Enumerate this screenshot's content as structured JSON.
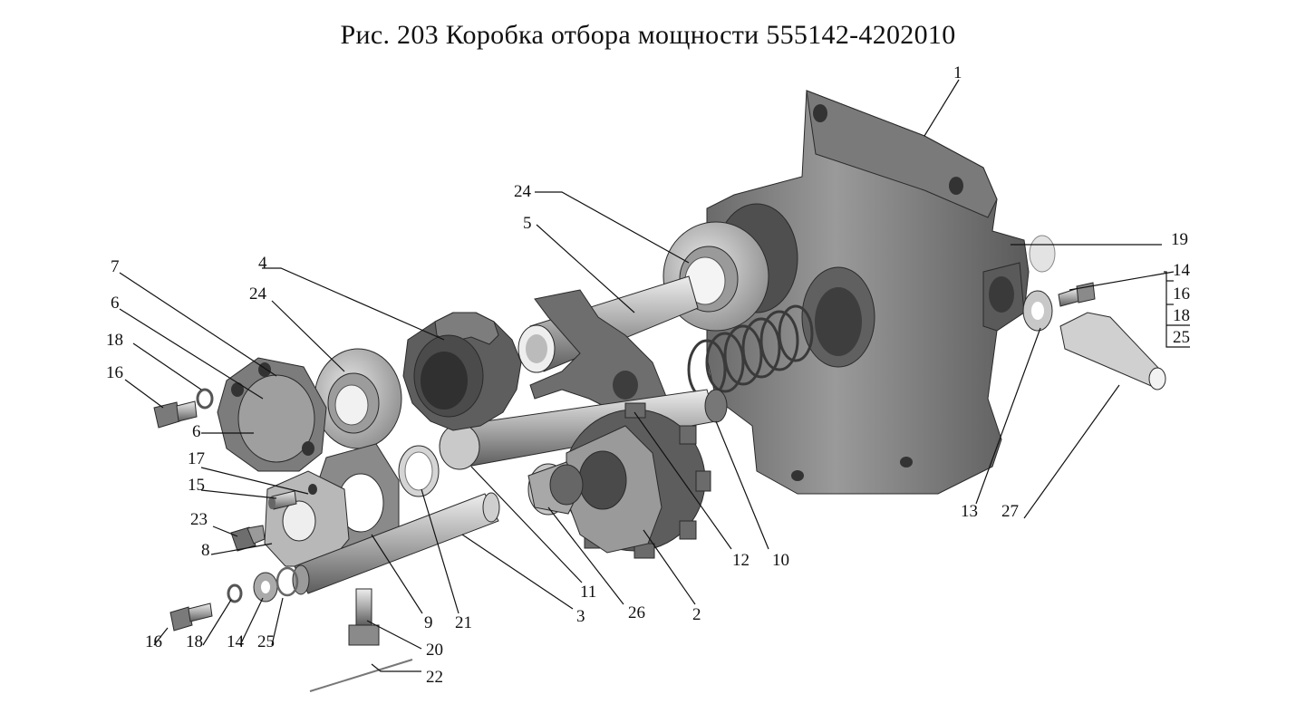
{
  "title": "Рис.  203  Коробка отбора мощности  555142-4202010",
  "labels": {
    "l1": "1",
    "l2": "2",
    "l3": "3",
    "l4": "4",
    "l5": "5",
    "l6a": "6",
    "l6b": "6",
    "l7": "7",
    "l8": "8",
    "l9": "9",
    "l10": "10",
    "l11": "11",
    "l12": "12",
    "l13": "13",
    "l14a": "14",
    "l14b": "14",
    "l15": "15",
    "l16a": "16",
    "l16b": "16",
    "l16c": "16",
    "l17": "17",
    "l18a": "18",
    "l18b": "18",
    "l18c": "18",
    "l19": "19",
    "l20": "20",
    "l21": "21",
    "l22": "22",
    "l23": "23",
    "l24a": "24",
    "l24b": "24",
    "l25a": "25",
    "l25b": "25",
    "l26": "26",
    "l27": "27"
  },
  "colors": {
    "part_fill": "#8e8e8e",
    "part_dark": "#555555",
    "part_light": "#d4d4d4",
    "leader": "#111111"
  }
}
